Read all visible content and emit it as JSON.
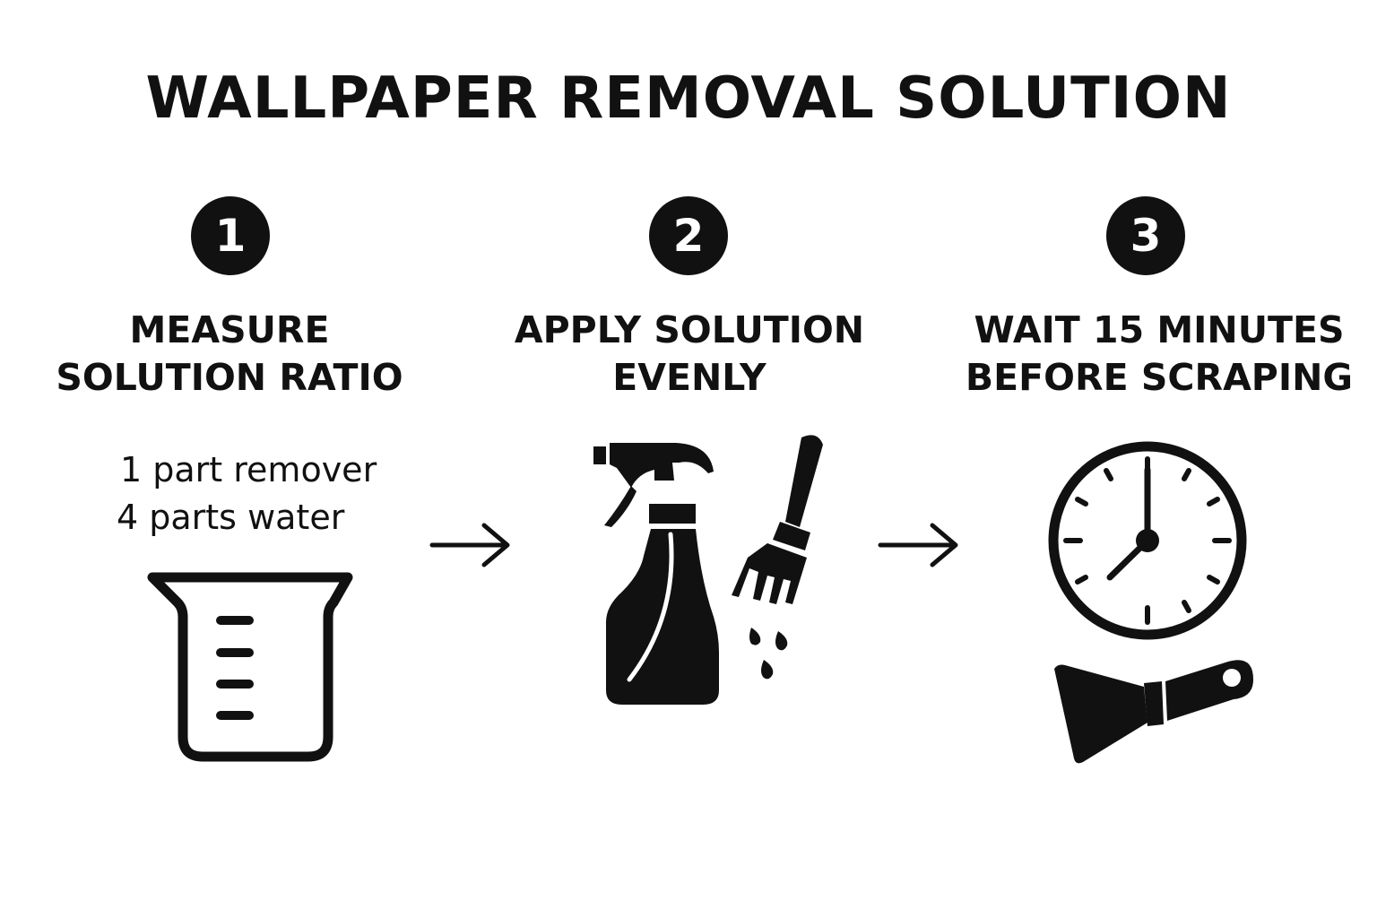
{
  "title": "WALLPAPER REMOVAL SOLUTION",
  "steps": [
    {
      "number": "1",
      "label_lines": [
        "MEASURE",
        "SOLUTION RATIO"
      ],
      "ratio_lines": [
        "1 part remover",
        "4 parts water"
      ],
      "icons": [
        "measuring-cup-icon"
      ]
    },
    {
      "number": "2",
      "label_lines": [
        "APPLY SOLUTION",
        "EVENLY"
      ],
      "icons": [
        "spray-bottle-icon",
        "paint-brush-icon"
      ]
    },
    {
      "number": "3",
      "label_lines": [
        "WAIT 15 MINUTES",
        "BEFORE SCRAPING"
      ],
      "icons": [
        "clock-icon",
        "scraper-icon"
      ]
    }
  ],
  "arrows": [
    "right-arrow-icon",
    "right-arrow-icon"
  ],
  "colors": {
    "ink": "#111111",
    "background": "#ffffff"
  }
}
